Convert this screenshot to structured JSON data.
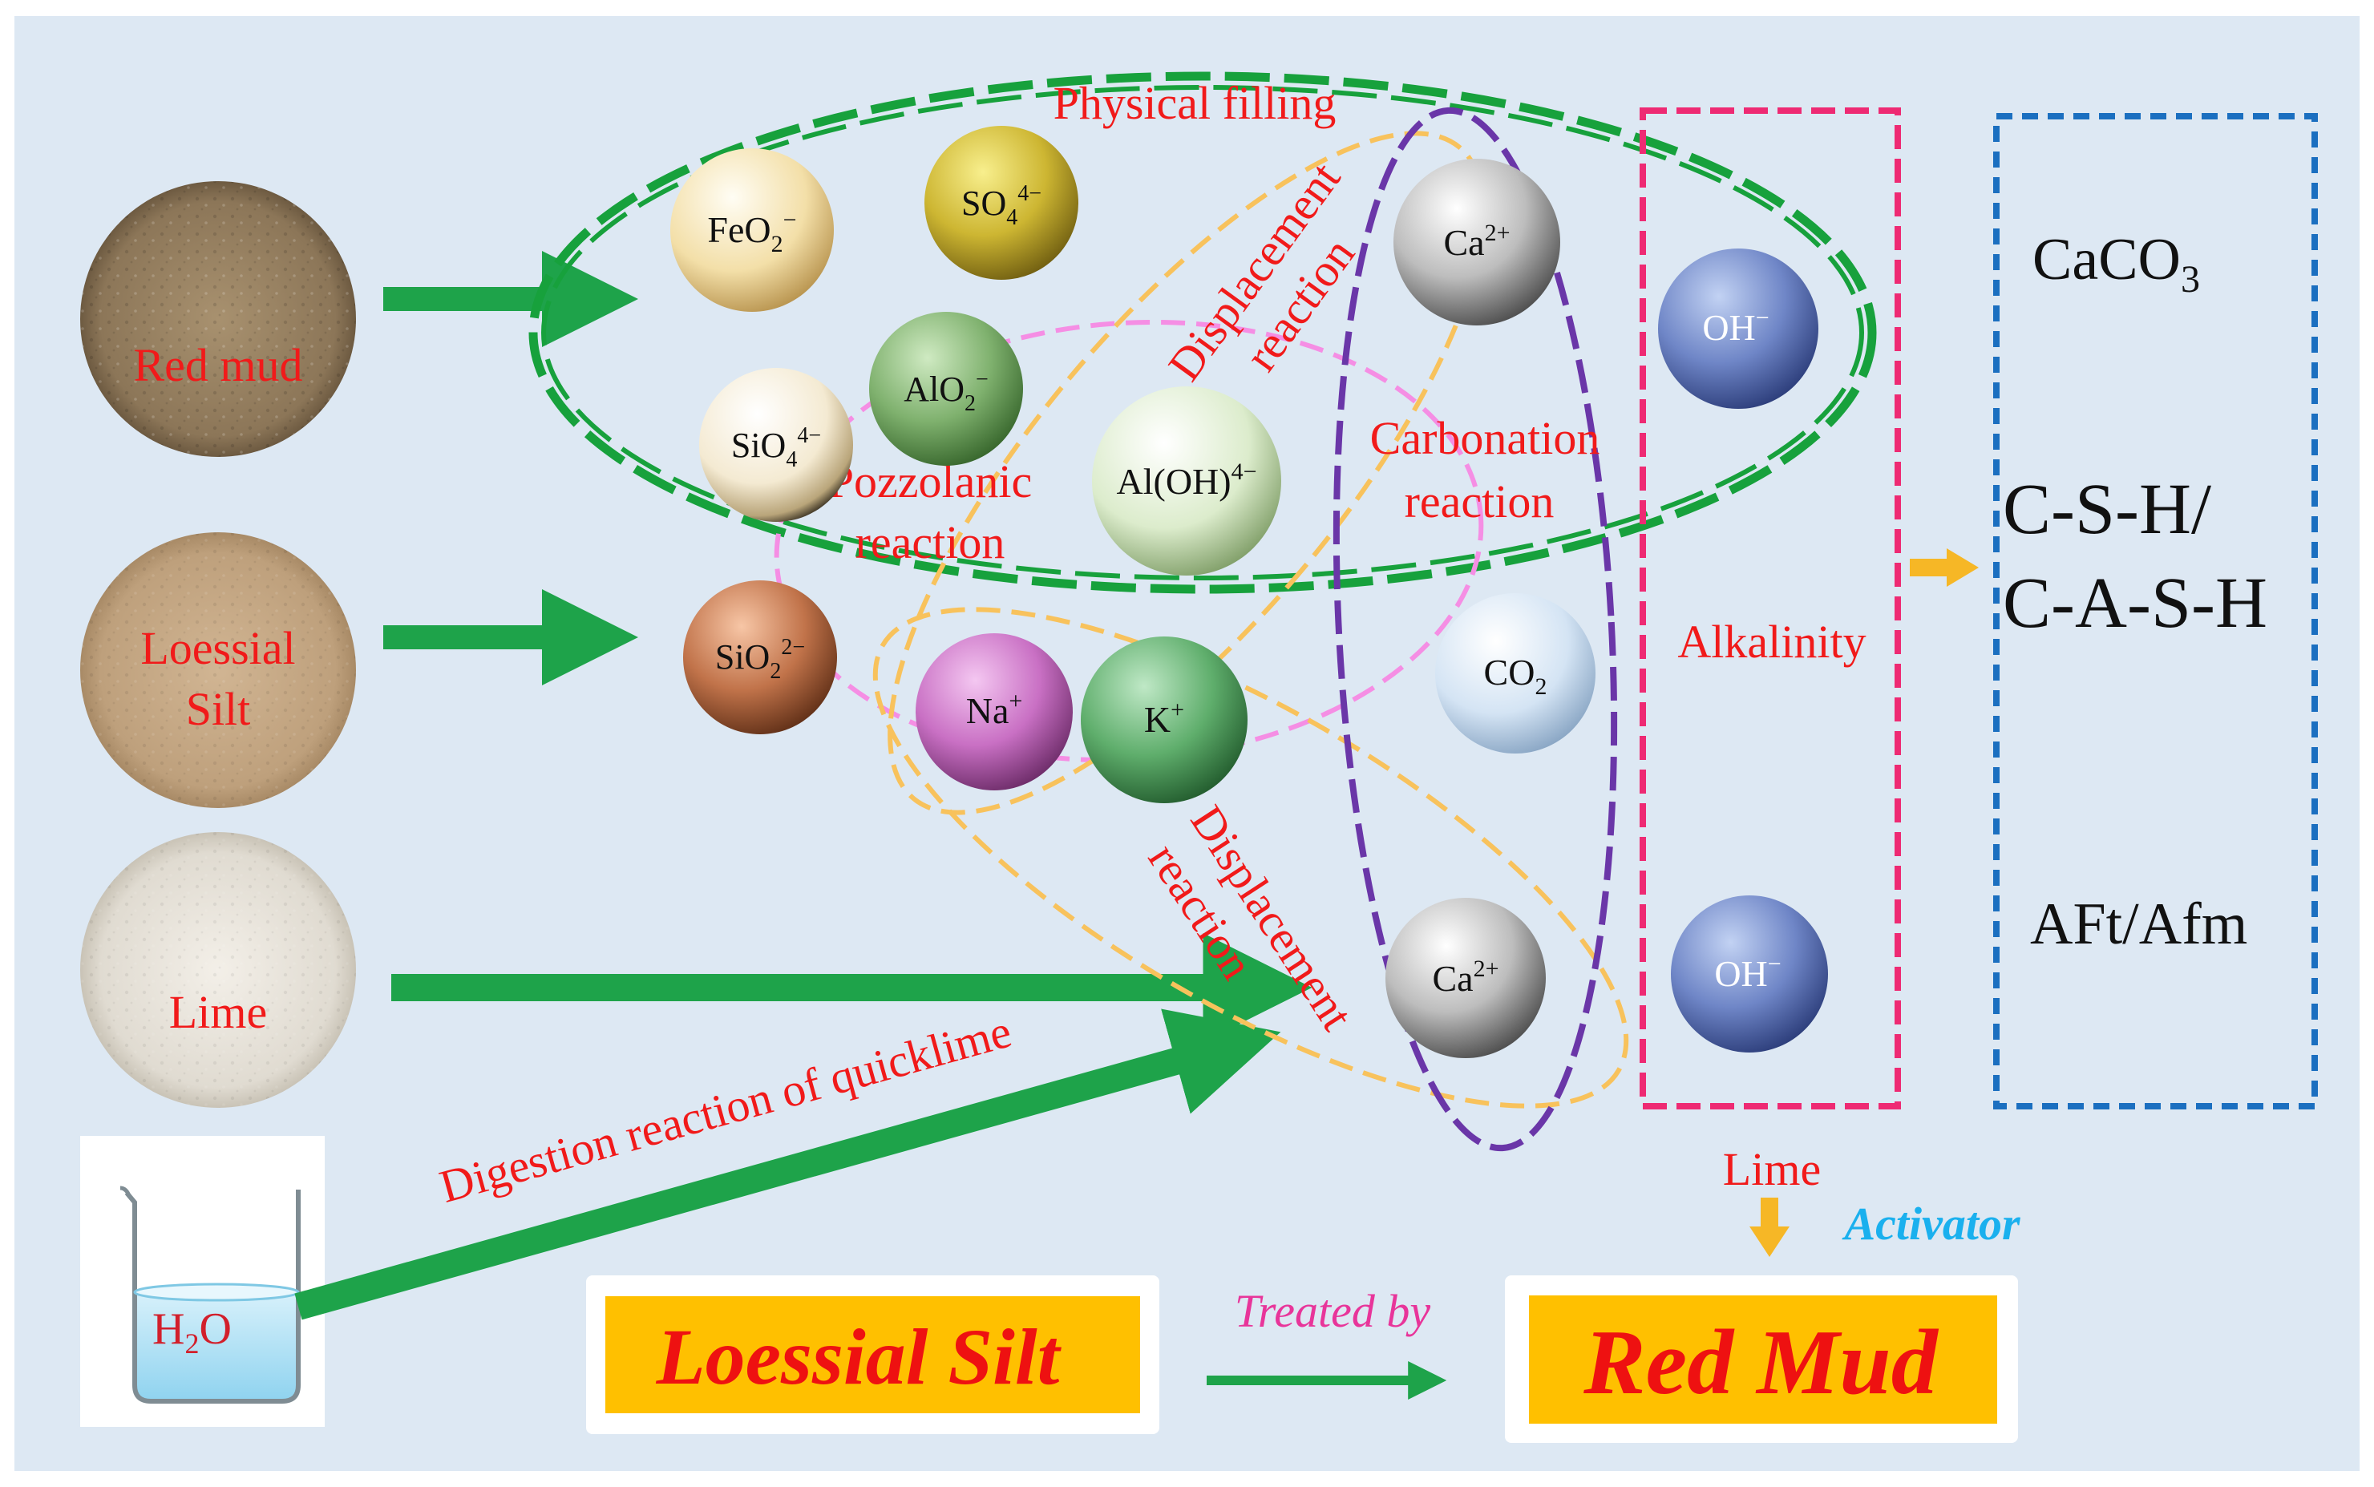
{
  "sources": [
    {
      "id": "red-mud",
      "label": "Red mud"
    },
    {
      "id": "loessial-silt",
      "label_line1": "Loessial",
      "label_line2": "Silt"
    },
    {
      "id": "lime",
      "label": "Lime"
    },
    {
      "id": "water",
      "formula_main": "H",
      "formula_sub": "2",
      "formula_tail": "O"
    }
  ],
  "ions": [
    {
      "id": "feo2",
      "main": "FeO",
      "sub": "2",
      "sup": "−"
    },
    {
      "id": "so4",
      "main": "SO",
      "sub": "4",
      "sup": "4−"
    },
    {
      "id": "ca-top",
      "main": "Ca",
      "sup": "2+"
    },
    {
      "id": "oh-top",
      "main": "OH",
      "sup": "−"
    },
    {
      "id": "alo2",
      "main": "AlO",
      "sub": "2",
      "sup": "−"
    },
    {
      "id": "sio4",
      "main": "SiO",
      "sub": "4",
      "sup": "4−"
    },
    {
      "id": "aloh",
      "main": "Al(OH)",
      "sup": "4−"
    },
    {
      "id": "sio2",
      "main": "SiO",
      "sub": "2",
      "sup": "2−"
    },
    {
      "id": "na",
      "main": "Na",
      "sup": "+"
    },
    {
      "id": "k",
      "main": "K",
      "sup": "+"
    },
    {
      "id": "co2",
      "main": "CO",
      "sub": "2"
    },
    {
      "id": "ca-bottom",
      "main": "Ca",
      "sup": "2+"
    },
    {
      "id": "oh-bottom",
      "main": "OH",
      "sup": "−"
    }
  ],
  "reactions": {
    "physical_filling": "Physical filling",
    "displacement_top_line1": "Displacement",
    "displacement_top_line2": "reaction",
    "pozzolanic_line1": "Pozzolanic",
    "pozzolanic_line2": "reaction",
    "carbonation_line1": "Carbonation",
    "carbonation_line2": "reaction",
    "alkalinity": "Alkalinity",
    "displacement_bottom_line1": "Displacement",
    "displacement_bottom_line2": "reaction",
    "digestion": "Digestion reaction of quicklime"
  },
  "products": {
    "caco3_main": "CaCO",
    "caco3_sub": "3",
    "csh_line1": "C-S-H/",
    "csh_line2": "C-A-S-H",
    "aft": "AFt/Afm"
  },
  "legend": {
    "silt_box": "Loessial Silt",
    "treated_by": "Treated by",
    "red_mud_box": "Red Mud",
    "lime": "Lime",
    "activator": "Activator"
  },
  "colors": {
    "background": "#dde8f3",
    "arrow_green": "#1ea34a",
    "ellipse_green": "#17a13c",
    "ellipse_pink": "#f58ee4",
    "ellipse_orange": "#f8c25c",
    "ellipse_purple": "#6a36a8",
    "alkalinity_box": "#ee2a73",
    "product_box": "#1b6fc0",
    "label_red": "#f11a1a",
    "orange_fill": "#ffc000",
    "activator_blue": "#1ab0ee",
    "treated_pink": "#e8359a"
  }
}
